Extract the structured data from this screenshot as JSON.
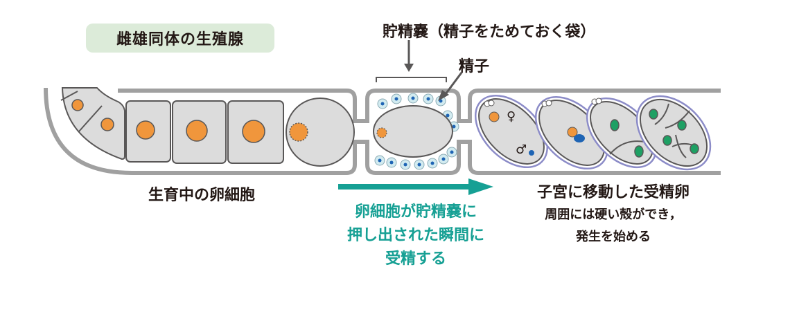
{
  "title": "雌雄同体の生殖腺",
  "labels": {
    "spermatheca": "貯精嚢（精子をためておく袋）",
    "sperm": "精子",
    "growing_oocytes": "生育中の卵細胞",
    "fertilized_eggs": "子宮に移動した受精卵",
    "fertilized_desc_line1": "周囲には硬い殻ができ，",
    "fertilized_desc_line2": "発生を始める",
    "fertilization_line1": "卵細胞が貯精嚢に",
    "fertilization_line2": "押し出された瞬間に",
    "fertilization_line3": "受精する",
    "female_symbol": "♀",
    "male_symbol": "♂"
  },
  "colors": {
    "title_bg": "#dcebd9",
    "tube": "#a0a0a0",
    "cell_fill": "#dcdcdc",
    "cell_stroke": "#595757",
    "oocyte_nucleus": "#f0963c",
    "sperm_cell": "#d2ebf0",
    "sperm_nucleus": "#1e64b4",
    "male_pronucleus": "#1e64b4",
    "embryo_nucleus": "#1ea064",
    "eggshell": "#8c8cc8",
    "arrow_teal": "#16a094",
    "text": "#231815"
  }
}
